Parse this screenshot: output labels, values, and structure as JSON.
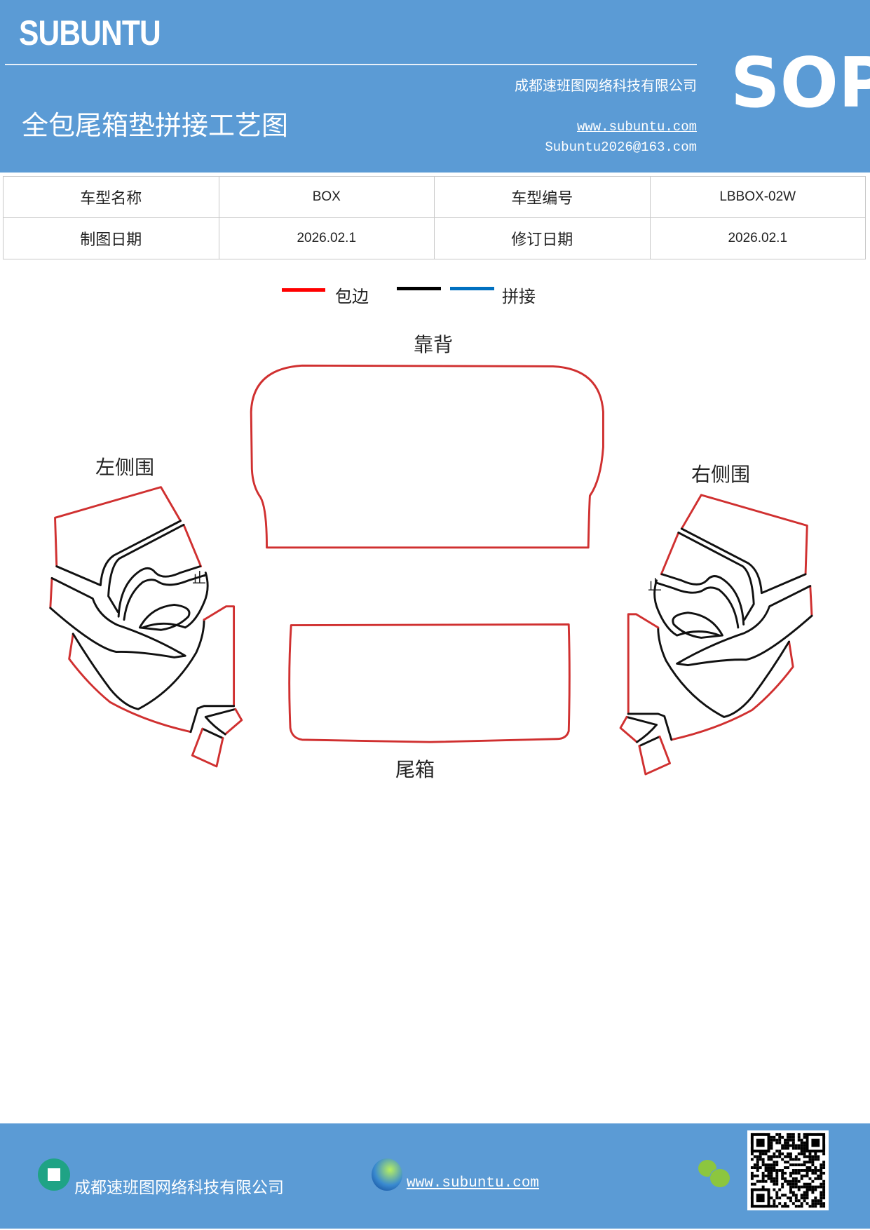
{
  "header": {
    "logo": "SUBUNTU",
    "company": "成都速班图网络科技有限公司",
    "title": "全包尾箱垫拼接工艺图",
    "website": "www.subuntu.com",
    "email": "Subuntu2026@163.com",
    "doc_type": "SOP",
    "background_color": "#5b9bd5"
  },
  "info_table": {
    "rows": [
      [
        {
          "label": "车型名称"
        },
        {
          "value": "BOX"
        },
        {
          "label": "车型编号"
        },
        {
          "value": "LBBOX-02W"
        }
      ],
      [
        {
          "label": "制图日期"
        },
        {
          "value": "2026.02.1"
        },
        {
          "label": "修订日期"
        },
        {
          "value": "2026.02.1"
        }
      ]
    ]
  },
  "legend": {
    "items": [
      {
        "label": "包边",
        "color": "#ff0000"
      },
      {
        "label": "",
        "color": "#000000"
      },
      {
        "label": "拼接",
        "color": "#0070c0"
      }
    ]
  },
  "diagram": {
    "backrest_label": "靠背",
    "trunk_label": "尾箱",
    "left_side_label": "左侧围",
    "right_side_label": "右侧围",
    "marker_left": "止",
    "marker_right": "止",
    "edge_color": "#d03030",
    "seam_color": "#000000"
  },
  "footer": {
    "company": "成都速班图网络科技有限公司",
    "website": "www.subuntu.com",
    "icons": [
      "building-icon",
      "globe-icon",
      "wechat-icon"
    ]
  }
}
